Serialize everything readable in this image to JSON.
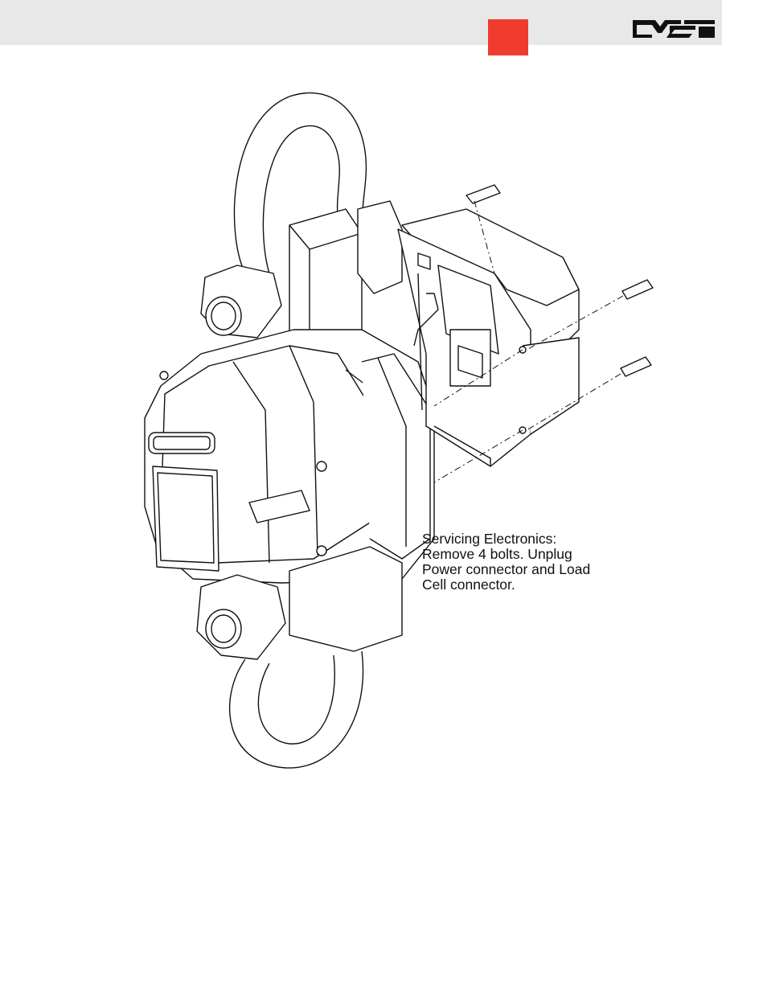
{
  "header": {
    "accent_color": "#f03c2e",
    "band_color": "#e8e8e8",
    "logo_icon": "msi-logo-icon"
  },
  "figure": {
    "icon": "crane-scale-exploded-icon",
    "caption_lines": [
      "Servicing Electronics:",
      "Remove 4 bolts. Unplug",
      "Power connector and Load",
      "Cell connector."
    ]
  }
}
